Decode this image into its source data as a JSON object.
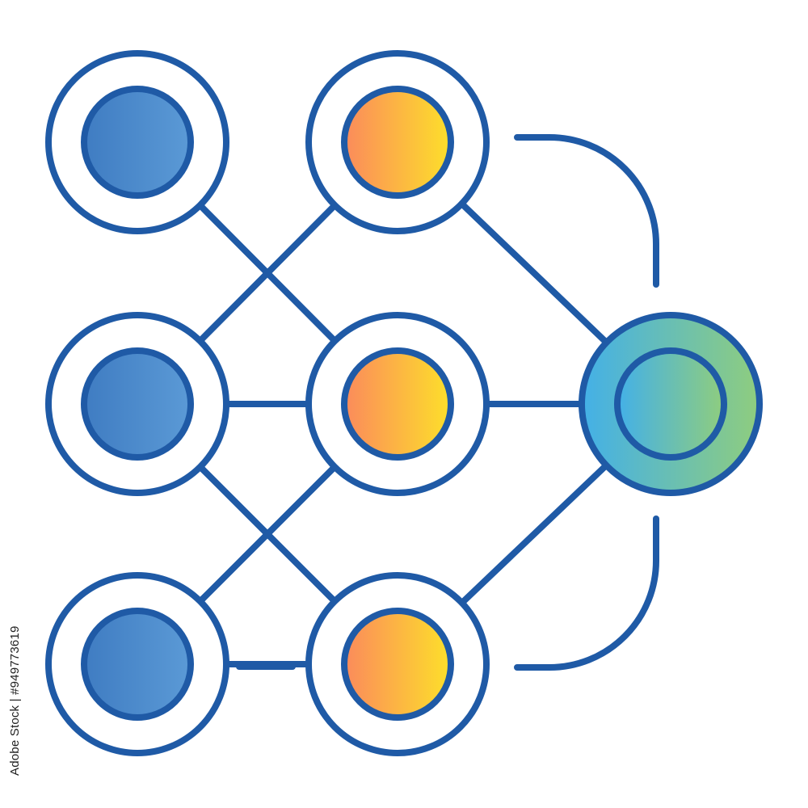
{
  "stock_id_text": "Adobe Stock | #949773619",
  "colors": {
    "outline": "#1f5aa6",
    "input_fill_start": "#3f7cc2",
    "input_fill_end": "#5b9ad6",
    "hidden_fill_start": "#fb8a5c",
    "hidden_fill_end": "#fde02a",
    "output_fill_start": "#43b0e8",
    "output_fill_end": "#8fcd7e",
    "background": "#ffffff"
  },
  "nodes": [
    {
      "id": "input-node-1",
      "layer": "input"
    },
    {
      "id": "input-node-2",
      "layer": "input"
    },
    {
      "id": "input-node-3",
      "layer": "input"
    },
    {
      "id": "hidden-node-1",
      "layer": "hidden"
    },
    {
      "id": "hidden-node-2",
      "layer": "hidden"
    },
    {
      "id": "hidden-node-3",
      "layer": "hidden"
    },
    {
      "id": "output-node",
      "layer": "output"
    }
  ],
  "connections": [
    [
      "input-node-1",
      "hidden-node-2"
    ],
    [
      "input-node-2",
      "hidden-node-1"
    ],
    [
      "input-node-2",
      "hidden-node-2"
    ],
    [
      "input-node-2",
      "hidden-node-3"
    ],
    [
      "input-node-3",
      "hidden-node-2"
    ],
    [
      "input-node-3",
      "hidden-node-3"
    ],
    [
      "hidden-node-1",
      "output-node"
    ],
    [
      "hidden-node-2",
      "output-node"
    ],
    [
      "hidden-node-3",
      "output-node"
    ]
  ]
}
